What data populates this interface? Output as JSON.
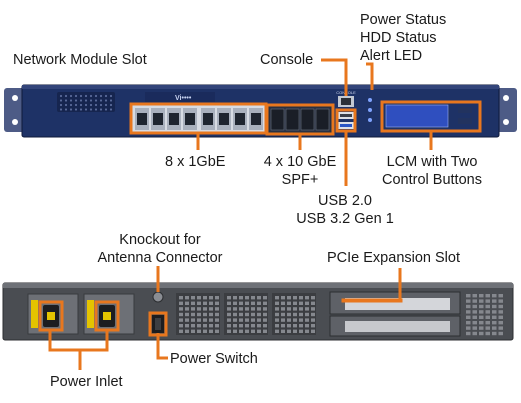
{
  "front_panel": {
    "labels": {
      "network_module_slot": "Network Module Slot",
      "console": "Console",
      "power_status": "Power Status",
      "hdd_status": "HDD Status",
      "alert_led": "Alert LED",
      "gbe": "8 x 1GbE",
      "tengbe_line1": "4 x 10 GbE",
      "tengbe_line2": "SPF+",
      "usb_line1": "USB 2.0",
      "usb_line2": "USB 3.2 Gen 1",
      "lcm_line1": "LCM with Two",
      "lcm_line2": "Control Buttons"
    },
    "brand_text": "Vi••••",
    "port_label_console": "CONSOLE",
    "colors": {
      "chassis": "#1e3266",
      "ports_dark": "#1f2530",
      "callout": "#e8771e",
      "lcm_screen": "#2f4fbf"
    }
  },
  "rear_panel": {
    "labels": {
      "knockout_line1": "Knockout for",
      "knockout_line2": "Antenna Connector",
      "pcie_slot": "PCIe Expansion Slot",
      "power_switch": "Power Switch",
      "power_inlet": "Power Inlet"
    },
    "colors": {
      "chassis": "#4a4d52",
      "psu_handle": "#e4c400",
      "callout": "#e8771e"
    }
  }
}
